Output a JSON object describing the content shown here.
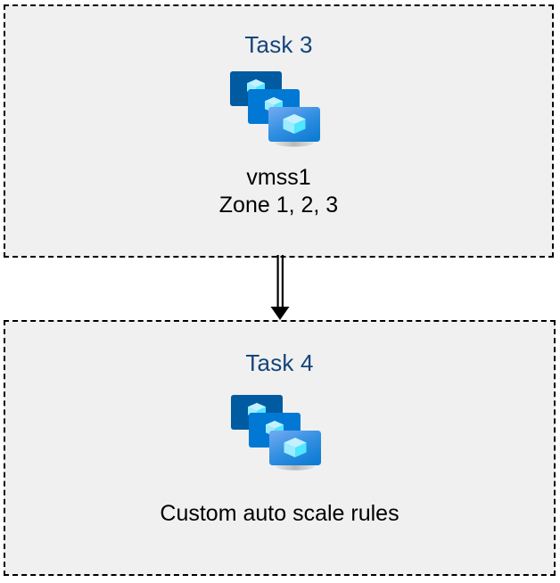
{
  "diagram": {
    "type": "flow",
    "background_color": "#ffffff",
    "box_fill_color": "#f0f0f0",
    "box_border_color": "#000000",
    "box_border_style": "dashed",
    "title_color": "#14457b",
    "caption_color": "#000000"
  },
  "nodes": [
    {
      "id": "task3",
      "title": "Task 3",
      "icon": "azure-virtual-machine-scale-set-icon",
      "caption_lines": [
        "vmss1",
        "Zone 1, 2, 3"
      ]
    },
    {
      "id": "task4",
      "title": "Task 4",
      "icon": "azure-virtual-machine-scale-set-icon",
      "caption_lines": [
        "Custom auto scale rules"
      ]
    }
  ],
  "connector": {
    "from": "task3",
    "to": "task4",
    "style": "double-line",
    "direction": "down",
    "color": "#000000"
  },
  "icon_palette": {
    "monitor_back": "#005ba1",
    "monitor_middle": "#0078d4",
    "monitor_front_light": "#5ea0ef",
    "monitor_front_dark": "#0f7dd4",
    "cube_top": "#c3f1ff",
    "cube_left": "#9cebff",
    "cube_right": "#50e6ff",
    "stand": "#b3b3b3"
  }
}
